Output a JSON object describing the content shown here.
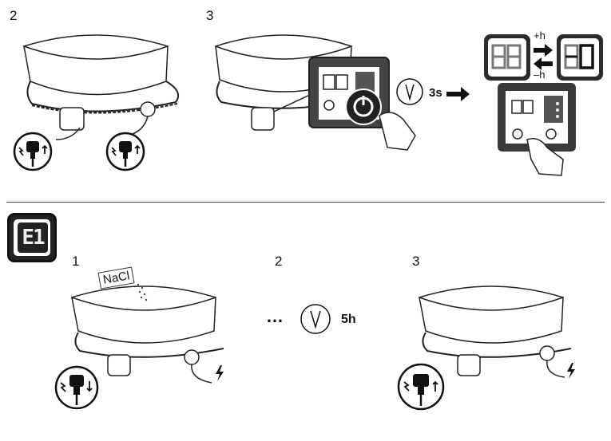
{
  "top": {
    "step_a": "2",
    "step_b": "3",
    "duration_label": "3s",
    "plus_label": "+h",
    "minus_label": "–h"
  },
  "error": {
    "code": "E1"
  },
  "bottom": {
    "step_1": "1",
    "step_2": "2",
    "step_3": "3",
    "salt_label": "NaCl",
    "ellipsis": "…",
    "wait_label": "5h"
  },
  "colors": {
    "ink": "#111111",
    "panel": "#2b2b2b",
    "background": "#ffffff"
  }
}
